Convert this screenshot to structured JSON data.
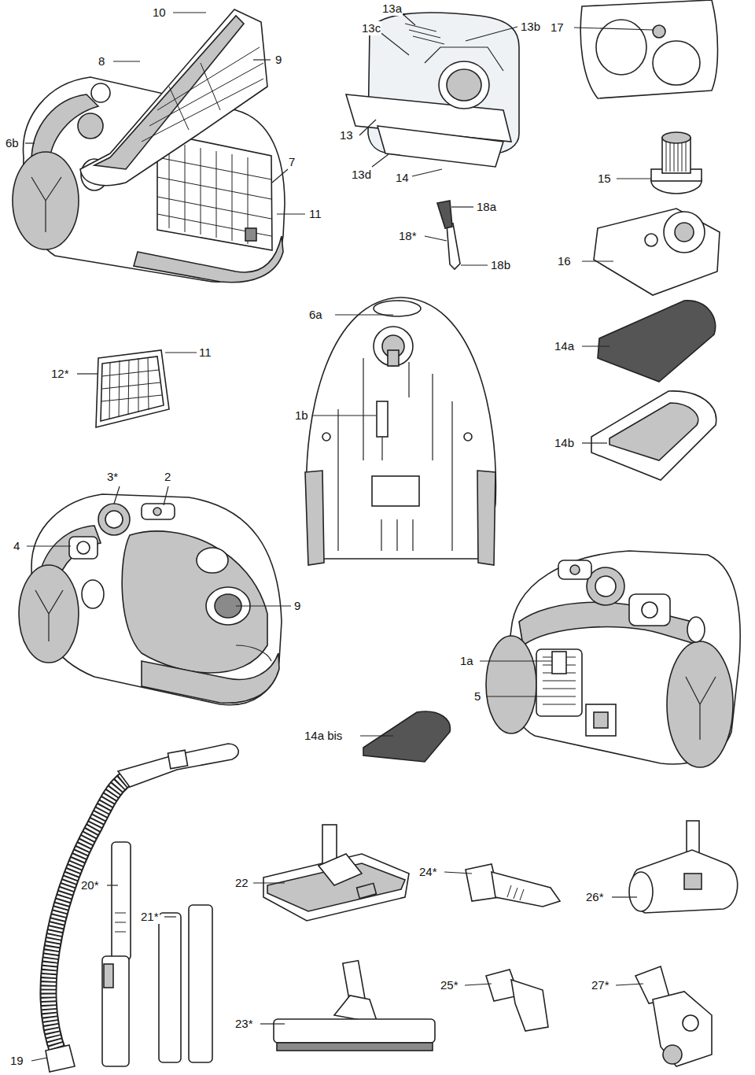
{
  "diagram": {
    "labels": [
      "10",
      "8",
      "9",
      "6b",
      "7",
      "11",
      "13a",
      "13c",
      "13b",
      "13",
      "13d",
      "14",
      "17",
      "15",
      "18a",
      "18*",
      "18b",
      "16",
      "6a",
      "11",
      "14a",
      "12*",
      "1b",
      "14b",
      "3*",
      "2",
      "4",
      "9",
      "1a",
      "5",
      "14a bis",
      "20*",
      "22",
      "24*",
      "26*",
      "21*",
      "25*",
      "27*",
      "23*",
      "19"
    ]
  }
}
